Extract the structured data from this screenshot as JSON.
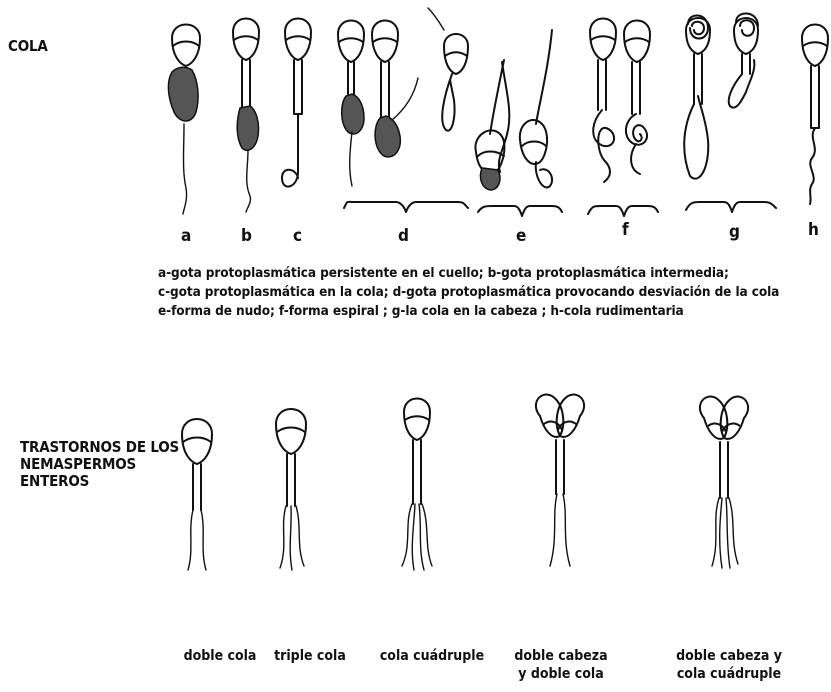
{
  "sections": {
    "cola_title": "COLA",
    "whole_title_lines": [
      "TRASTORNOS DE LOS",
      "NEMASPERMOS",
      "ENTEROS"
    ]
  },
  "tail_labels": [
    "a",
    "b",
    "c",
    "d",
    "e",
    "f",
    "g",
    "h"
  ],
  "legend_lines": [
    "a-gota protoplasmática persistente en el cuello; b-gota protoplasmática intermedia;",
    "c-gota protoplasmática en la cola; d-gota protoplasmática provocando desviación de la cola",
    "e-forma de nudo; f-forma espiral ; g-la cola en la cabeza ; h-cola rudimentaria"
  ],
  "bottom_captions": [
    {
      "line1": "doble cola",
      "line2": ""
    },
    {
      "line1": "triple cola",
      "line2": ""
    },
    {
      "line1": "cola cuádruple",
      "line2": ""
    },
    {
      "line1": "doble cabeza",
      "line2": "y doble cola"
    },
    {
      "line1": "doble cabeza y",
      "line2": "cola cuádruple"
    }
  ]
}
